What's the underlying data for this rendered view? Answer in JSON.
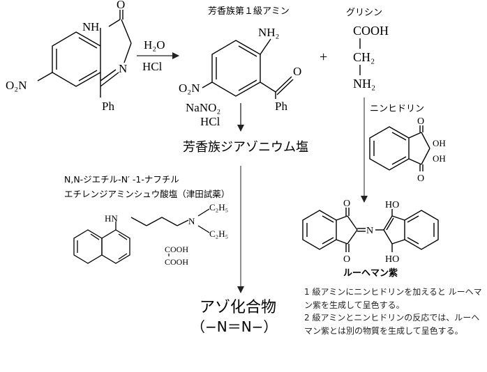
{
  "benzodiazepine": {
    "nh": "H",
    "o": "O",
    "n": "N",
    "ph": "Ph",
    "o2n": "O₂N"
  },
  "reaction1": {
    "reagent_top": "H₂O",
    "reagent_bottom": "HCl"
  },
  "aminobenzophenone": {
    "caption": "芳香族第１級アミン",
    "nh2": "NH₂",
    "o2n": "O₂N",
    "o": "O",
    "ph": "Ph"
  },
  "plus": "+",
  "glycine": {
    "caption": "グリシン",
    "cooh": "COOH",
    "ch2": "CH₂",
    "nh2": "NH₂"
  },
  "reaction2": {
    "reagent_top": "NaNO₂",
    "reagent_bottom": "HCl"
  },
  "diazonium": "芳香族ジアゾニウム塩",
  "ninhydrin": {
    "caption": "ニンヒドリン",
    "oh1": "OH",
    "oh2": "OH",
    "o": "O"
  },
  "reagent_label": {
    "line1": "N,N-ジエチル-N′ -1-ナフチル",
    "line2": "エチレンジアミンシュウ酸塩（津田試薬）"
  },
  "tsuda": {
    "hn": "HN",
    "n": "N",
    "c2h5": "C₂H₅",
    "cooh": "COOH"
  },
  "ruhemann": {
    "caption": "ルーヘマン紫",
    "ho": "HO",
    "o": "O",
    "n": "N"
  },
  "azo": {
    "name": "アゾ化合物",
    "formula": "（−N＝N−）"
  },
  "notes": [
    "1 級アミンにニンヒドリンを加えると ルーヘマン紫を生成して呈色する。",
    "2 級アミンとニンヒドリンの反応では、ルーヘマン紫とは別の物質を生成して呈色する。"
  ],
  "colors": {
    "arrow": "#555555",
    "text": "#000000"
  }
}
